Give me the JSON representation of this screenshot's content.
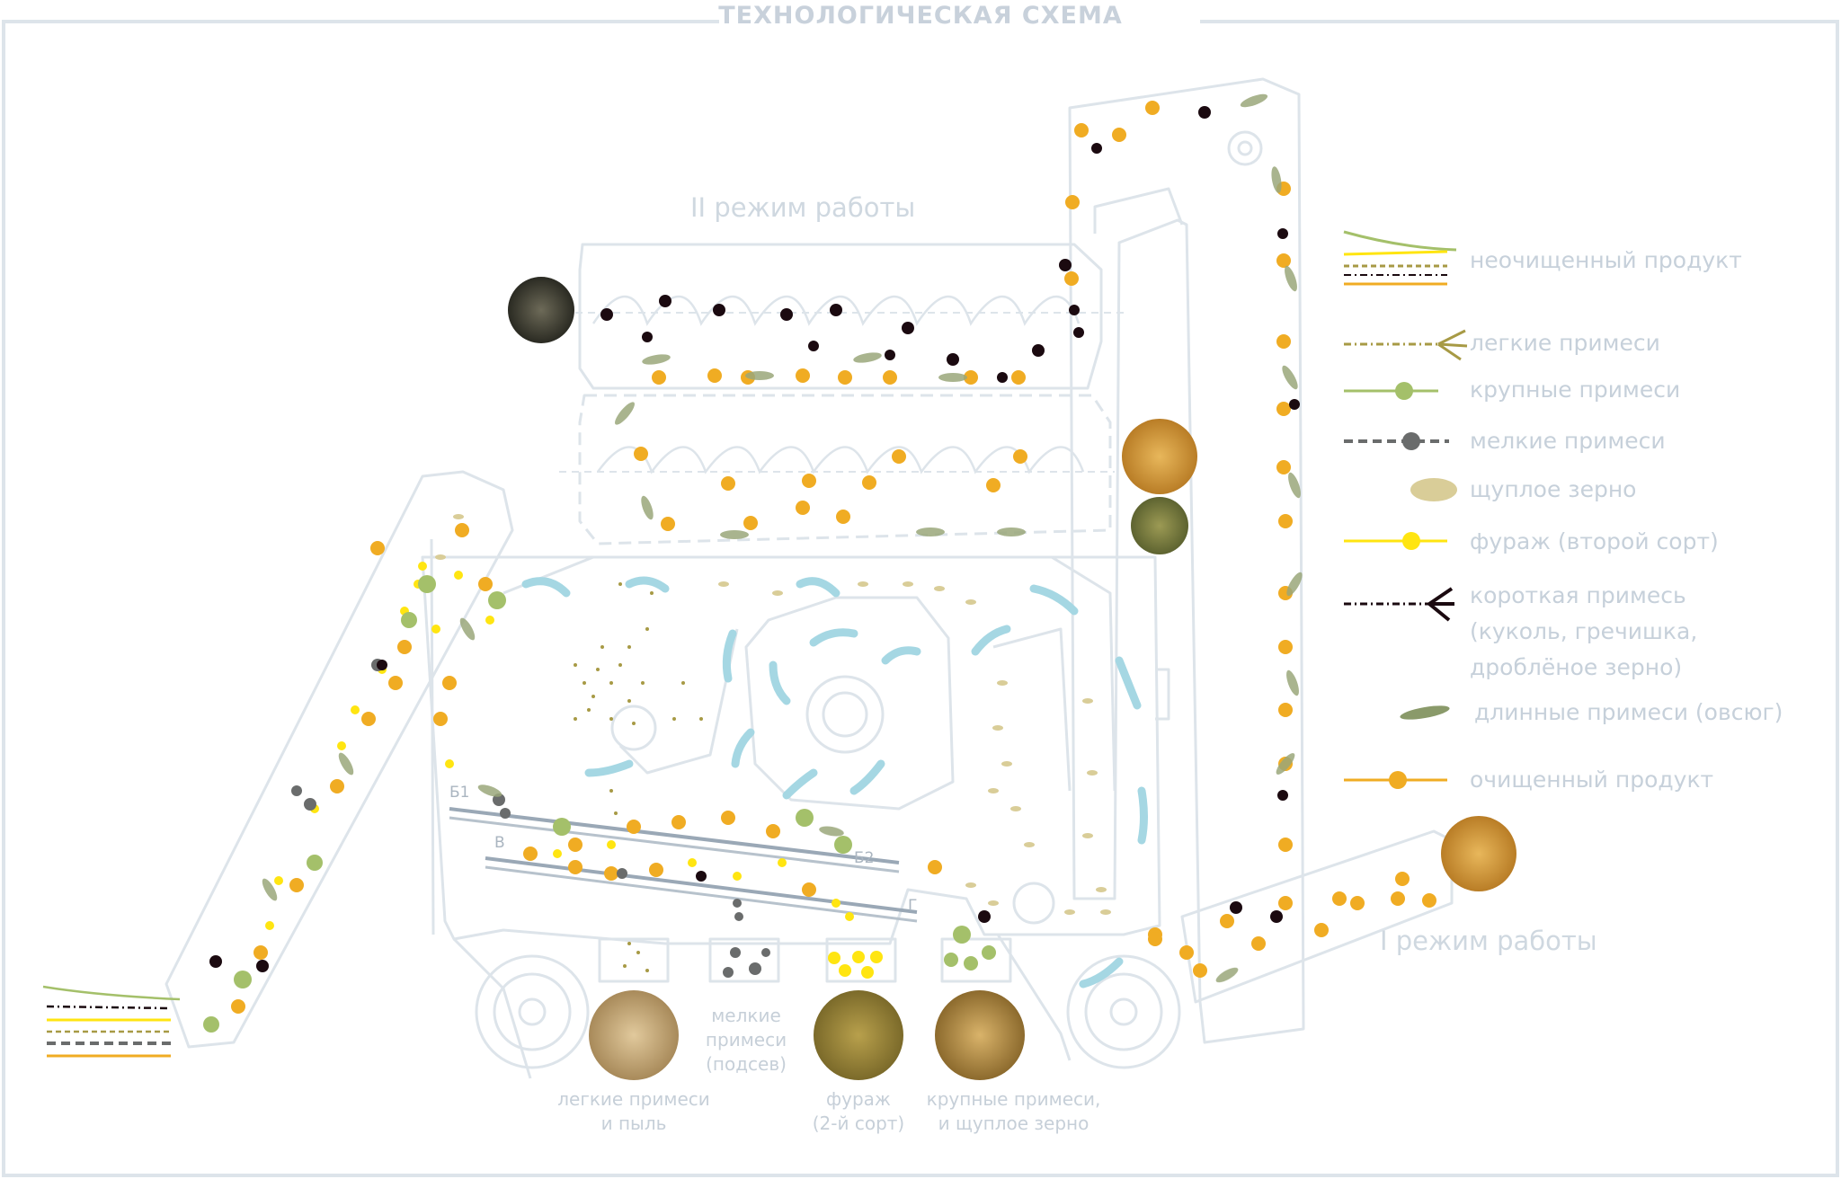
{
  "title": "ТЕХНОЛОГИЧЕСКАЯ СХЕМА",
  "modes": {
    "mode2": "II режим работы",
    "mode1": "I режим работы"
  },
  "legend": [
    {
      "key": "raw",
      "label": "неочищенный продукт"
    },
    {
      "key": "light",
      "label": "легкие примеси"
    },
    {
      "key": "large",
      "label": "крупные примеси"
    },
    {
      "key": "small",
      "label": "мелкие примеси"
    },
    {
      "key": "shrunken",
      "label": "щуплое зерно"
    },
    {
      "key": "fodder",
      "label": "фураж (второй сорт)"
    },
    {
      "key": "short",
      "label": "короткая примесь",
      "sub1": "(куколь, гречишка,",
      "sub2": "дроблёное зерно)"
    },
    {
      "key": "long",
      "label": "длинные примеси (овсюг)"
    },
    {
      "key": "clean",
      "label": "очищенный продукт"
    }
  ],
  "bins": {
    "small": {
      "line1": "мелкие",
      "line2": "примеси",
      "line3": "(подсев)"
    },
    "light": {
      "line1": "легкие примеси",
      "line2": "и пыль"
    },
    "fodder": {
      "line1": "фураж",
      "line2": "(2-й сорт)"
    },
    "large": {
      "line1": "крупные примеси,",
      "line2": "и щуплое зерно"
    }
  },
  "sieves": {
    "b1": "Б1",
    "b2": "Б2",
    "v": "В",
    "g": "Г"
  },
  "colors": {
    "outline": "#dde4ea",
    "clean": "#f0ac23",
    "fodder": "#ffe511",
    "large": "#a4c06a",
    "small": "#6a6c6c",
    "short": "#1b0a10",
    "long": "#8a9a6a",
    "shrunken": "#d9cd98",
    "air": "#a5d7e3",
    "light": "#a79a45"
  }
}
